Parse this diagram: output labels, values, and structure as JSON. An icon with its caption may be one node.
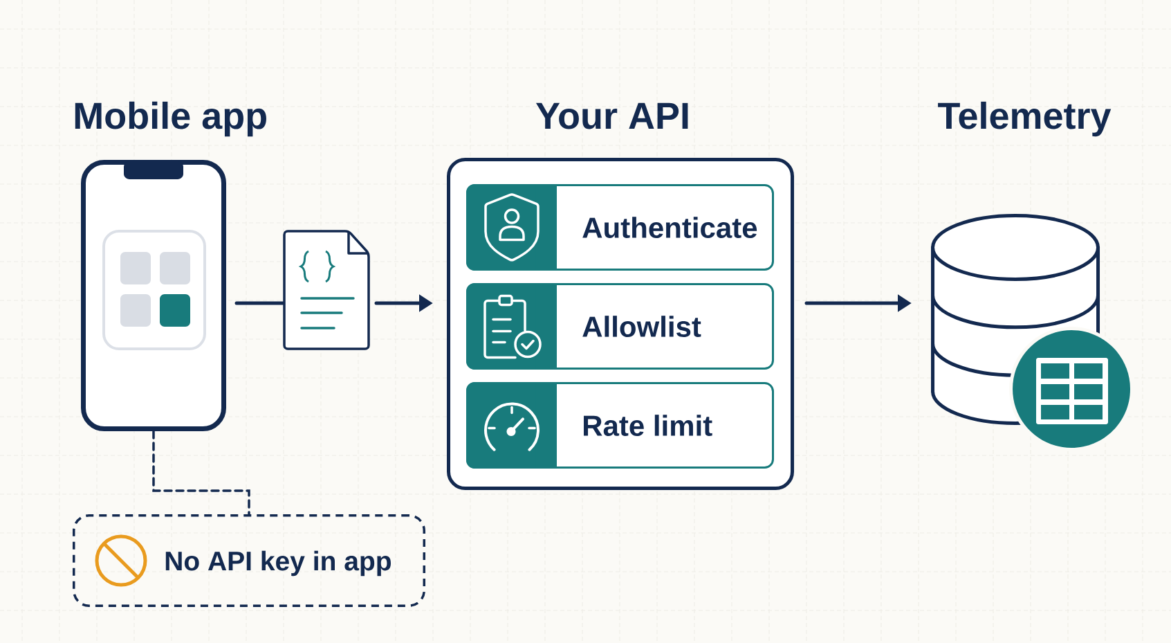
{
  "diagram": {
    "nodes": [
      {
        "text": [
          "Mobile app"
        ]
      },
      {
        "text": [],
        "shape": "document"
      },
      {
        "text": [
          "Your API"
        ]
      },
      {
        "text": [
          "Authenticate"
        ],
        "in": 2
      },
      {
        "text": [
          "Allowlist"
        ],
        "in": 2
      },
      {
        "text": [
          "Rate limit"
        ],
        "in": 2
      },
      {
        "text": [
          "Telemetry"
        ]
      },
      {
        "text": [
          "No API key in app"
        ]
      }
    ],
    "edges": [
      {
        "from": 0,
        "to": 1,
        "arrow": "none"
      },
      {
        "from": 1,
        "to": 2,
        "arrow": "to"
      },
      {
        "from": 2,
        "to": 6,
        "arrow": "to"
      },
      {
        "from": 0,
        "to": 7,
        "arrow": "none",
        "style": "dashed"
      }
    ]
  }
}
